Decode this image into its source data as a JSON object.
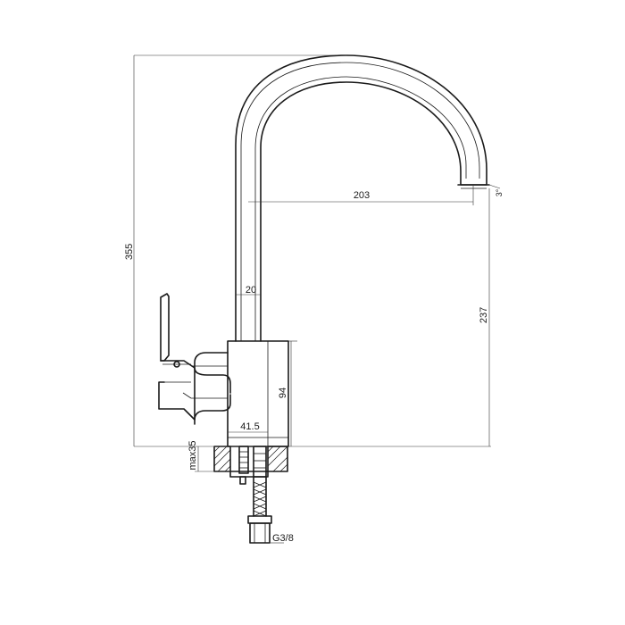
{
  "dimensions": {
    "total_height": "355",
    "spout_reach": "203",
    "spout_clearance": "237",
    "tube_diameter": "20",
    "body_height": "94",
    "body_width": "41.5",
    "max_mounting_thickness": "max35",
    "connection_thread": "G3/8",
    "swivel_angle": "3°"
  }
}
